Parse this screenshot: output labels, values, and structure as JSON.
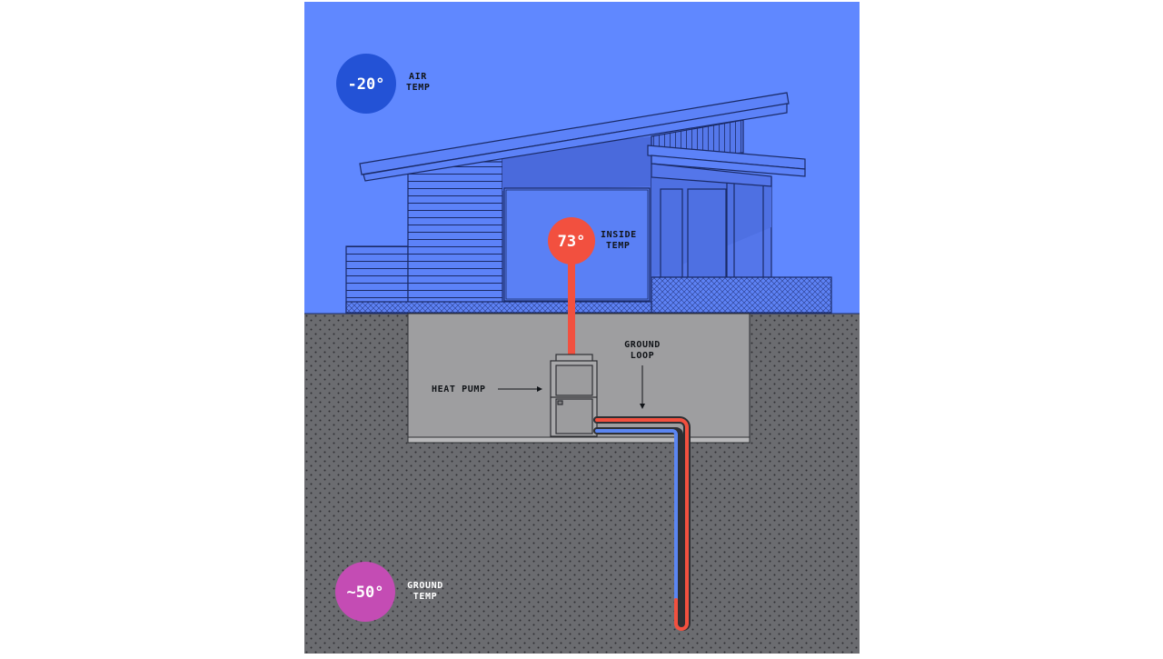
{
  "air_temp": {
    "value": "-20°",
    "label_line1": "AIR",
    "label_line2": "TEMP",
    "color": "#2352D6"
  },
  "inside_temp": {
    "value": "73°",
    "label_line1": "INSIDE",
    "label_line2": "TEMP",
    "color": "#F2503F"
  },
  "ground_temp": {
    "value": "~50°",
    "label_line1": "GROUND",
    "label_line2": "TEMP",
    "color": "#C44CB4"
  },
  "heat_pump": {
    "label": "HEAT PUMP"
  },
  "ground_loop": {
    "label_line1": "GROUND",
    "label_line2": "LOOP",
    "supply_color": "#F2503F",
    "return_color": "#5B86F2"
  },
  "colors": {
    "sky": "#6088FF",
    "soil": "#6B6C70",
    "basement": "#9E9EA0",
    "line": "#1A2A66"
  }
}
